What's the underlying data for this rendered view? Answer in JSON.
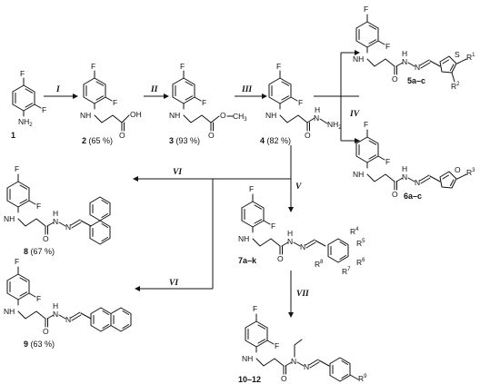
{
  "atoms": {
    "F": "F",
    "H": "H",
    "N": "N",
    "NH": "NH",
    "NH2": "NH",
    "sub2": "2",
    "O": "O",
    "OH": "OH",
    "CH": "CH",
    "sub3": "3",
    "S": "S",
    "R": "R",
    "n1": "1",
    "n2": "2",
    "n3": "3",
    "n4": "4",
    "n5": "5",
    "n6": "6",
    "n7": "7",
    "n8": "8",
    "n9": "9"
  },
  "compounds": {
    "c1": {
      "number": "1"
    },
    "c2": {
      "number": "2",
      "yield": "(65 %)"
    },
    "c3": {
      "number": "3",
      "yield": "(93 %)"
    },
    "c4": {
      "number": "4",
      "yield": "(82 %)"
    },
    "c5": {
      "number": "5a–c"
    },
    "c6": {
      "number": "6a–c"
    },
    "c7": {
      "number": "7a–k"
    },
    "c8": {
      "number": "8",
      "yield": "(67 %)"
    },
    "c9": {
      "number": "9",
      "yield": "(63 %)"
    },
    "c10": {
      "number": "10–12"
    }
  },
  "steps": [
    "I",
    "II",
    "III",
    "IV",
    "IV",
    "V",
    "VI",
    "VI",
    "VII"
  ]
}
